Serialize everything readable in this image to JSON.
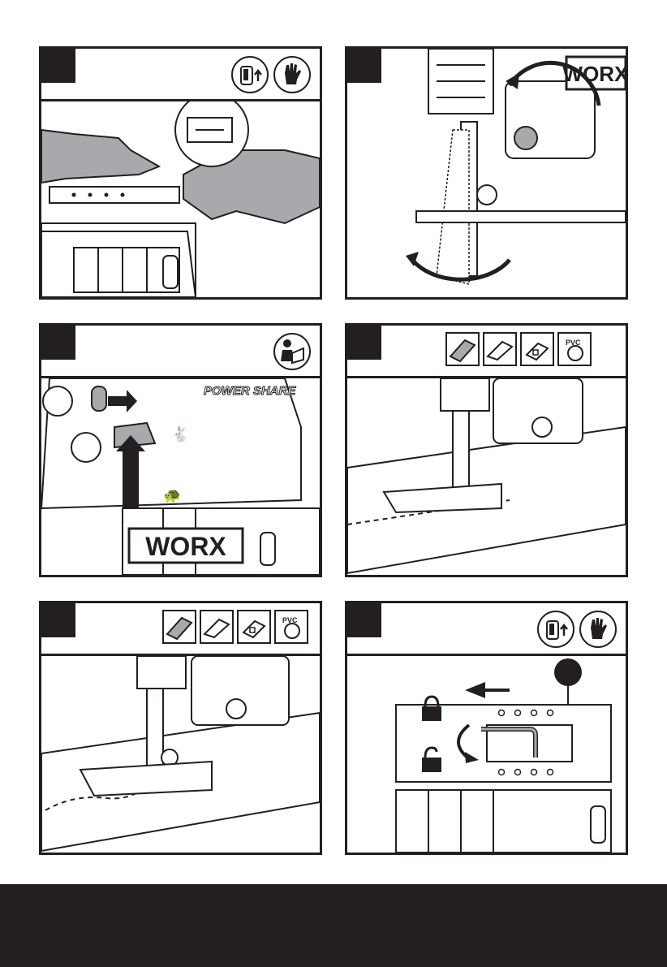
{
  "brand": {
    "logo": "WORX",
    "power_share": "POWER SHARE",
    "pvc": "PVC"
  },
  "colors": {
    "ink": "#231f20",
    "paper": "#ffffff",
    "panel_gray": "#e6e6e6",
    "arrow_gray": "#a7a9ac"
  },
  "panels": [
    {
      "id": "panel-1",
      "icons": [
        "battery-remove-icon",
        "gloves-icon"
      ]
    },
    {
      "id": "panel-2",
      "icons": []
    },
    {
      "id": "panel-3",
      "icons": [
        "read-manual-icon"
      ]
    },
    {
      "id": "panel-4",
      "icons": [
        "wood-material-icon",
        "aluminium-profile-icon",
        "square-profile-icon",
        "pvc-pipe-icon"
      ]
    },
    {
      "id": "panel-5",
      "icons": [
        "wood-material-icon",
        "aluminium-profile-icon",
        "square-profile-icon",
        "pvc-pipe-icon"
      ]
    },
    {
      "id": "panel-6",
      "icons": [
        "battery-remove-icon",
        "gloves-icon"
      ]
    }
  ]
}
